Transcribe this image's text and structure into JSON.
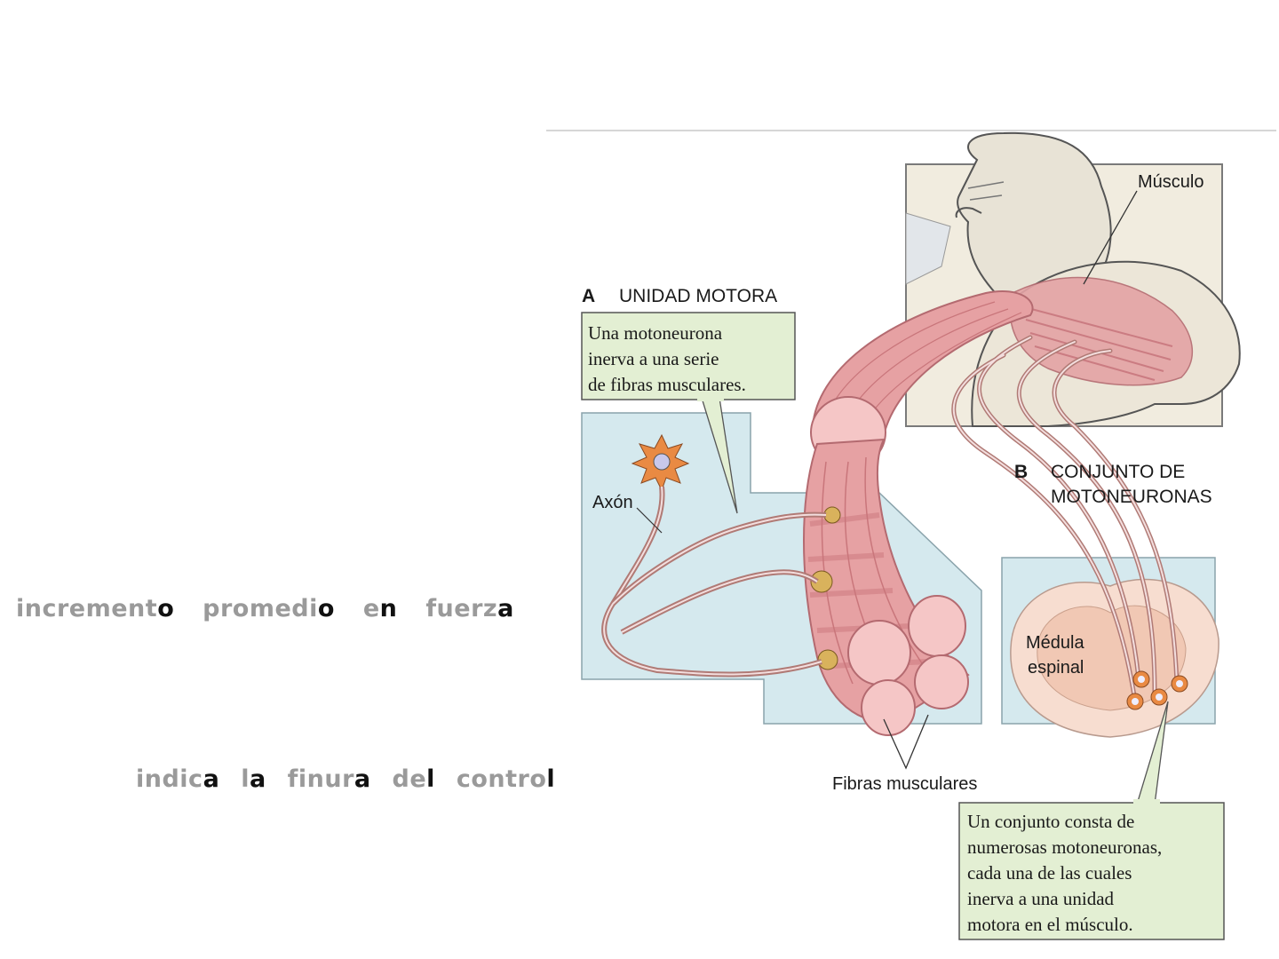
{
  "slide": {
    "line1": [
      {
        "pre": "increment",
        "hl": "o"
      },
      {
        "pre": "promedi",
        "hl": "o"
      },
      {
        "pre": "e",
        "hl": "n"
      },
      {
        "pre": "fuerz",
        "hl": "a"
      }
    ],
    "line2": [
      {
        "pre": "indic",
        "hl": "a"
      },
      {
        "pre": "l",
        "hl": "a"
      },
      {
        "pre": "finur",
        "hl": "a"
      },
      {
        "pre": "de",
        "hl": "l"
      },
      {
        "pre": "contro",
        "hl": "l"
      }
    ]
  },
  "figure": {
    "panel_a": {
      "letter": "A",
      "title": "UNIDAD MOTORA"
    },
    "callout_a": [
      "Una motoneurona",
      "inerva a una serie",
      "de fibras musculares."
    ],
    "axon_label": "Axón",
    "muscle_label": "Músculo",
    "panel_b": {
      "letter": "B",
      "title_line1": "CONJUNTO DE",
      "title_line2": "MOTONEURONAS"
    },
    "spinal_label": [
      "Médula",
      "espinal"
    ],
    "fibers_label": "Fibras musculares",
    "callout_b": [
      "Un conjunto consta de",
      "numerosas motoneuronas,",
      "cada una de las cuales",
      "inerva a una unidad",
      "motora en el músculo."
    ],
    "colors": {
      "panel_bg": "#d5e9ee",
      "callout_bg": "#e3efd3",
      "muscle": "#e6a1a3",
      "muscle_dark": "#c9767b",
      "skin": "#ebe4d6",
      "spinal_cord": "#f7ddd0",
      "neuron": "#e98a43"
    }
  }
}
